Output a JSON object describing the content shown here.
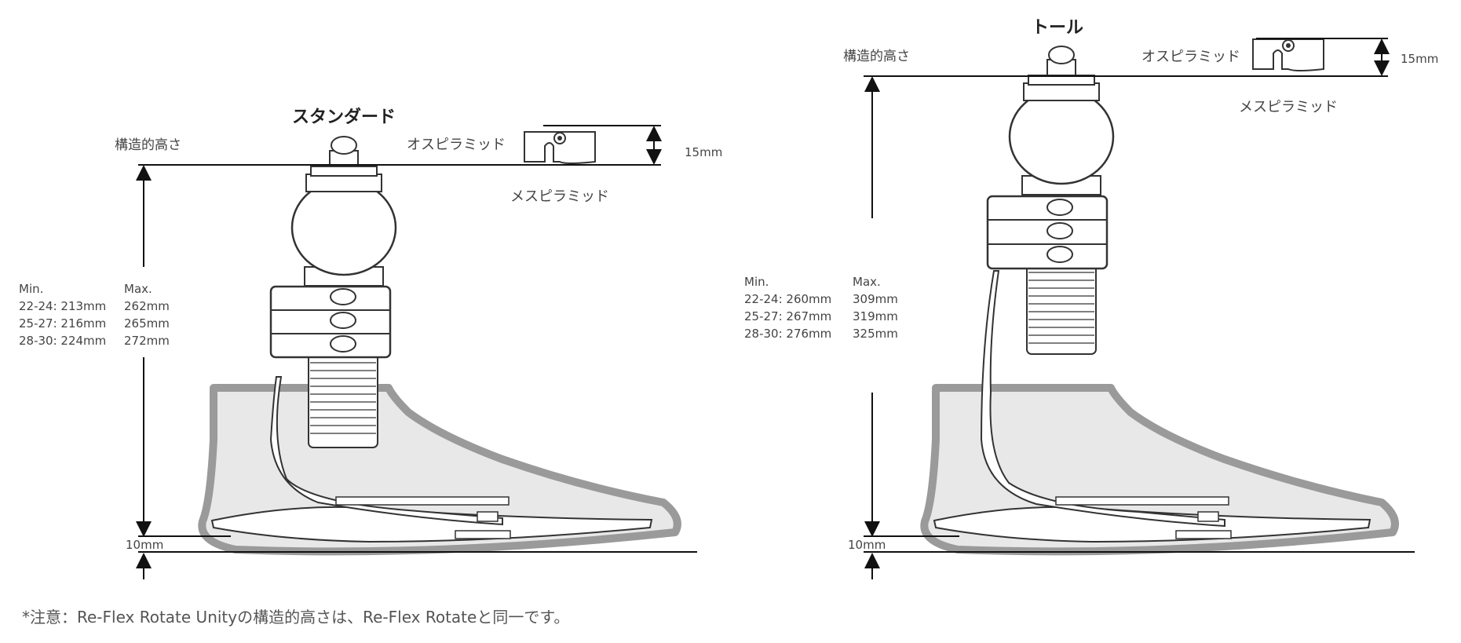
{
  "note": "*注意：Re-Flex Rotate Unityの構造的高さは、Re-Flex Rotateと同一です。",
  "panels": {
    "standard": {
      "title": "スタンダード",
      "build_height_label": "構造的高さ",
      "male_pyramid_label": "オスピラミッド",
      "female_pyramid_label": "メスピラミッド",
      "pyramid_height": "15mm",
      "heel_height": "10mm",
      "min_header": "Min.",
      "max_header": "Max.",
      "rows": [
        {
          "min": "22-24: 213mm",
          "max": "262mm"
        },
        {
          "min": "25-27: 216mm",
          "max": "265mm"
        },
        {
          "min": "28-30: 224mm",
          "max": "272mm"
        }
      ]
    },
    "tall": {
      "title": "トール",
      "build_height_label": "構造的高さ",
      "male_pyramid_label": "オスピラミッド",
      "female_pyramid_label": "メスピラミッド",
      "pyramid_height": "15mm",
      "heel_height": "10mm",
      "min_header": "Min.",
      "max_header": "Max.",
      "rows": [
        {
          "min": "22-24: 260mm",
          "max": "309mm"
        },
        {
          "min": "25-27: 267mm",
          "max": "319mm"
        },
        {
          "min": "28-30: 276mm",
          "max": "325mm"
        }
      ]
    }
  }
}
